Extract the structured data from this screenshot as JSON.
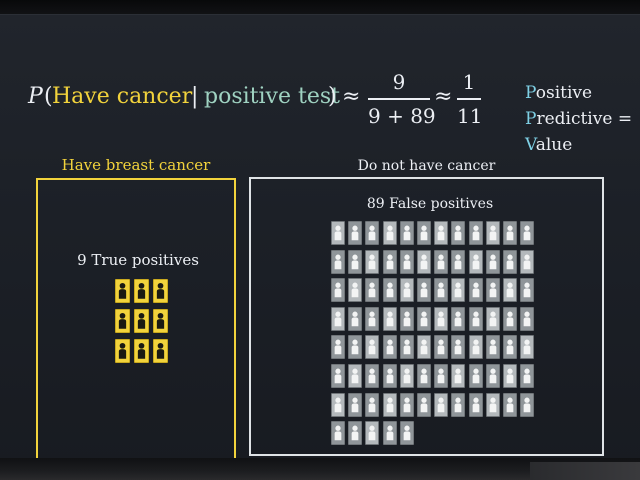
{
  "formula": {
    "prob_symbol": "P",
    "paren_open": "(",
    "event": "Have cancer",
    "given_bar": "|",
    "condition": "positive test",
    "paren_close": ")",
    "approx": "≈",
    "frac1_num": "9",
    "frac1_den": "9 + 89",
    "frac2_num": "1",
    "frac2_den": "11"
  },
  "ppv": {
    "line1_initial": "P",
    "line1_rest": "ositive",
    "line2_initial": "P",
    "line2_rest": "redictive =",
    "line3_initial": "V",
    "line3_rest": "alue"
  },
  "groups": {
    "cancer_label": "Have breast cancer",
    "healthy_label": "Do not have cancer",
    "true_positives_label": "9 True positives",
    "false_positives_label": "89 False positives",
    "true_positive_count": 9,
    "false_positive_count": 89
  },
  "colors": {
    "cancer": "#f2d33c",
    "condition": "#9fd2c1",
    "ppv_initial": "#7fd1e6",
    "healthy_border": "#dfe3e6"
  },
  "icons": {
    "person": "person-icon"
  }
}
